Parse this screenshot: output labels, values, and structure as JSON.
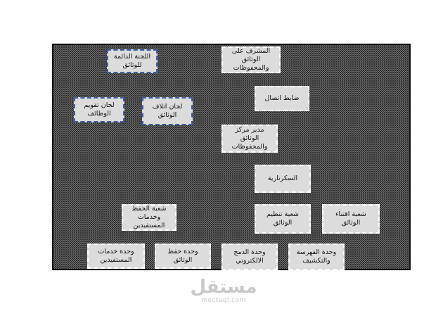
{
  "diagram": {
    "nodes": [
      {
        "id": "supervisor",
        "text": "المشرف على الوثائق والمحفوظات"
      },
      {
        "id": "standing_committee",
        "text": "اللجنة الدائمة للوثائق"
      },
      {
        "id": "liaison_officer",
        "text": "ضابط اتصال"
      },
      {
        "id": "valuation_committees",
        "text": "لجان تقويم الوظائف"
      },
      {
        "id": "destruction_committees",
        "text": "لجان اتلاف الوثائق"
      },
      {
        "id": "center_director",
        "text": "مدير مركز الوثائق والمحفوظات"
      },
      {
        "id": "secretariat",
        "text": "السكرتارية"
      },
      {
        "id": "preservation_section",
        "text": "شعبة الحفظ وخدمات المستفيدين"
      },
      {
        "id": "organization_section",
        "text": "شعبة تنظيم الوثائق"
      },
      {
        "id": "acquisition_section",
        "text": "شعبة اقتناء الوثائق"
      },
      {
        "id": "beneficiary_services_unit",
        "text": "وحدة خدمات المستفيدين"
      },
      {
        "id": "preservation_unit",
        "text": "وحدة حفظ الوثائق"
      },
      {
        "id": "electronic_unit",
        "text": "وحدة الدمج الالكتروني"
      },
      {
        "id": "indexing_unit",
        "text": "وحدة الفهرسة والتكشيف"
      }
    ]
  },
  "watermark": {
    "logo_text": "مستقل",
    "url": "mostaql.com"
  }
}
